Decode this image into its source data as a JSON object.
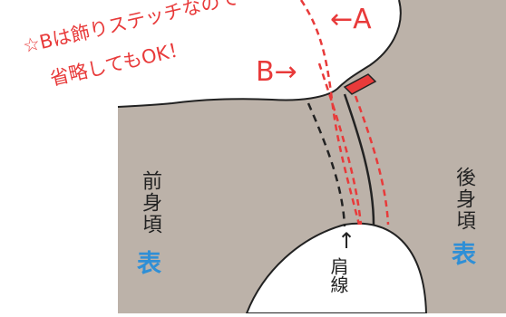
{
  "notes": {
    "line1": "☆Bは飾りステッチなので",
    "line2": "省略してもOK！"
  },
  "markers": {
    "a": "←A",
    "b": "B→"
  },
  "panels": {
    "front": {
      "label": "前身頃",
      "face": "表"
    },
    "back": {
      "label": "後身頃",
      "face": "表"
    }
  },
  "shoulder": {
    "arrow": "↑",
    "label": "肩線"
  },
  "colors": {
    "fabric": "#bcb2a9",
    "stitch_red": "#e83a3a",
    "face_blue": "#2f8fd6",
    "outline": "#222222"
  }
}
